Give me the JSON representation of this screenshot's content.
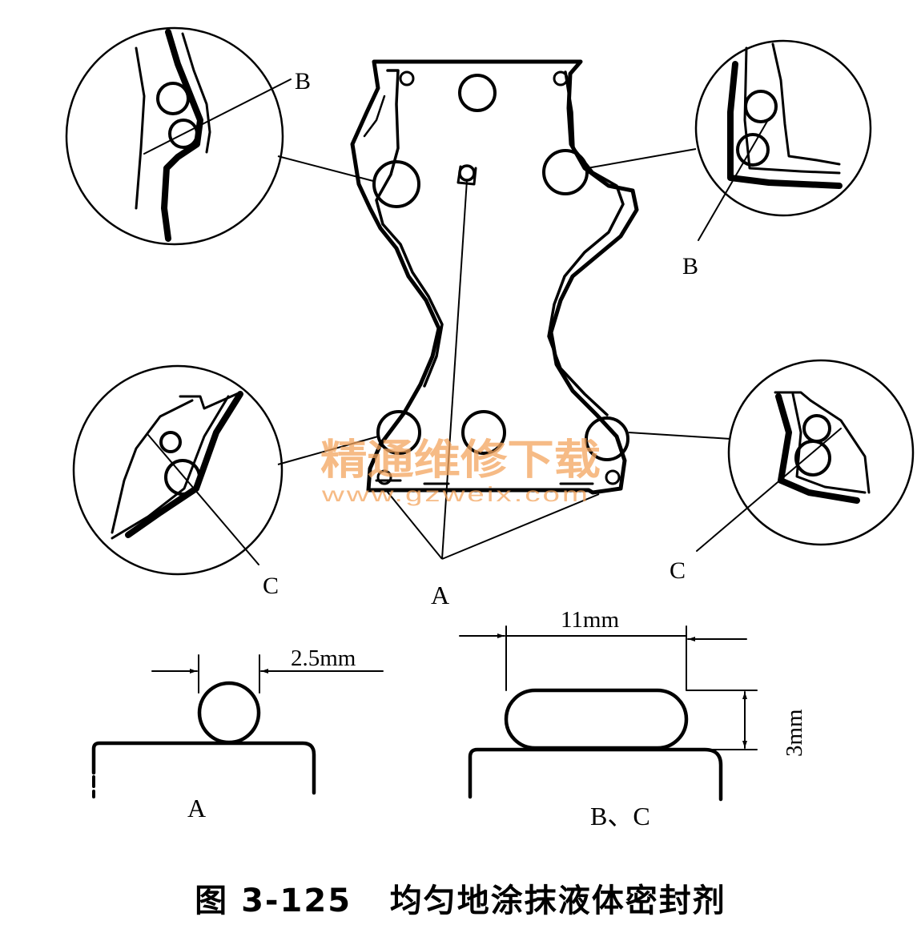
{
  "labels": {
    "b_left": "B",
    "b_right": "B",
    "c_left": "C",
    "c_right": "C",
    "a_main": "A"
  },
  "profiles": {
    "a": {
      "dimension": "2.5mm",
      "caption": "A"
    },
    "bc": {
      "width_dimension": "11mm",
      "height_dimension": "3mm",
      "caption": "B、C"
    }
  },
  "watermark": {
    "text": "精通维修下载",
    "url": "www.gzweix.com"
  },
  "caption": "图 3-125   均匀地涂抹液体密封剂"
}
